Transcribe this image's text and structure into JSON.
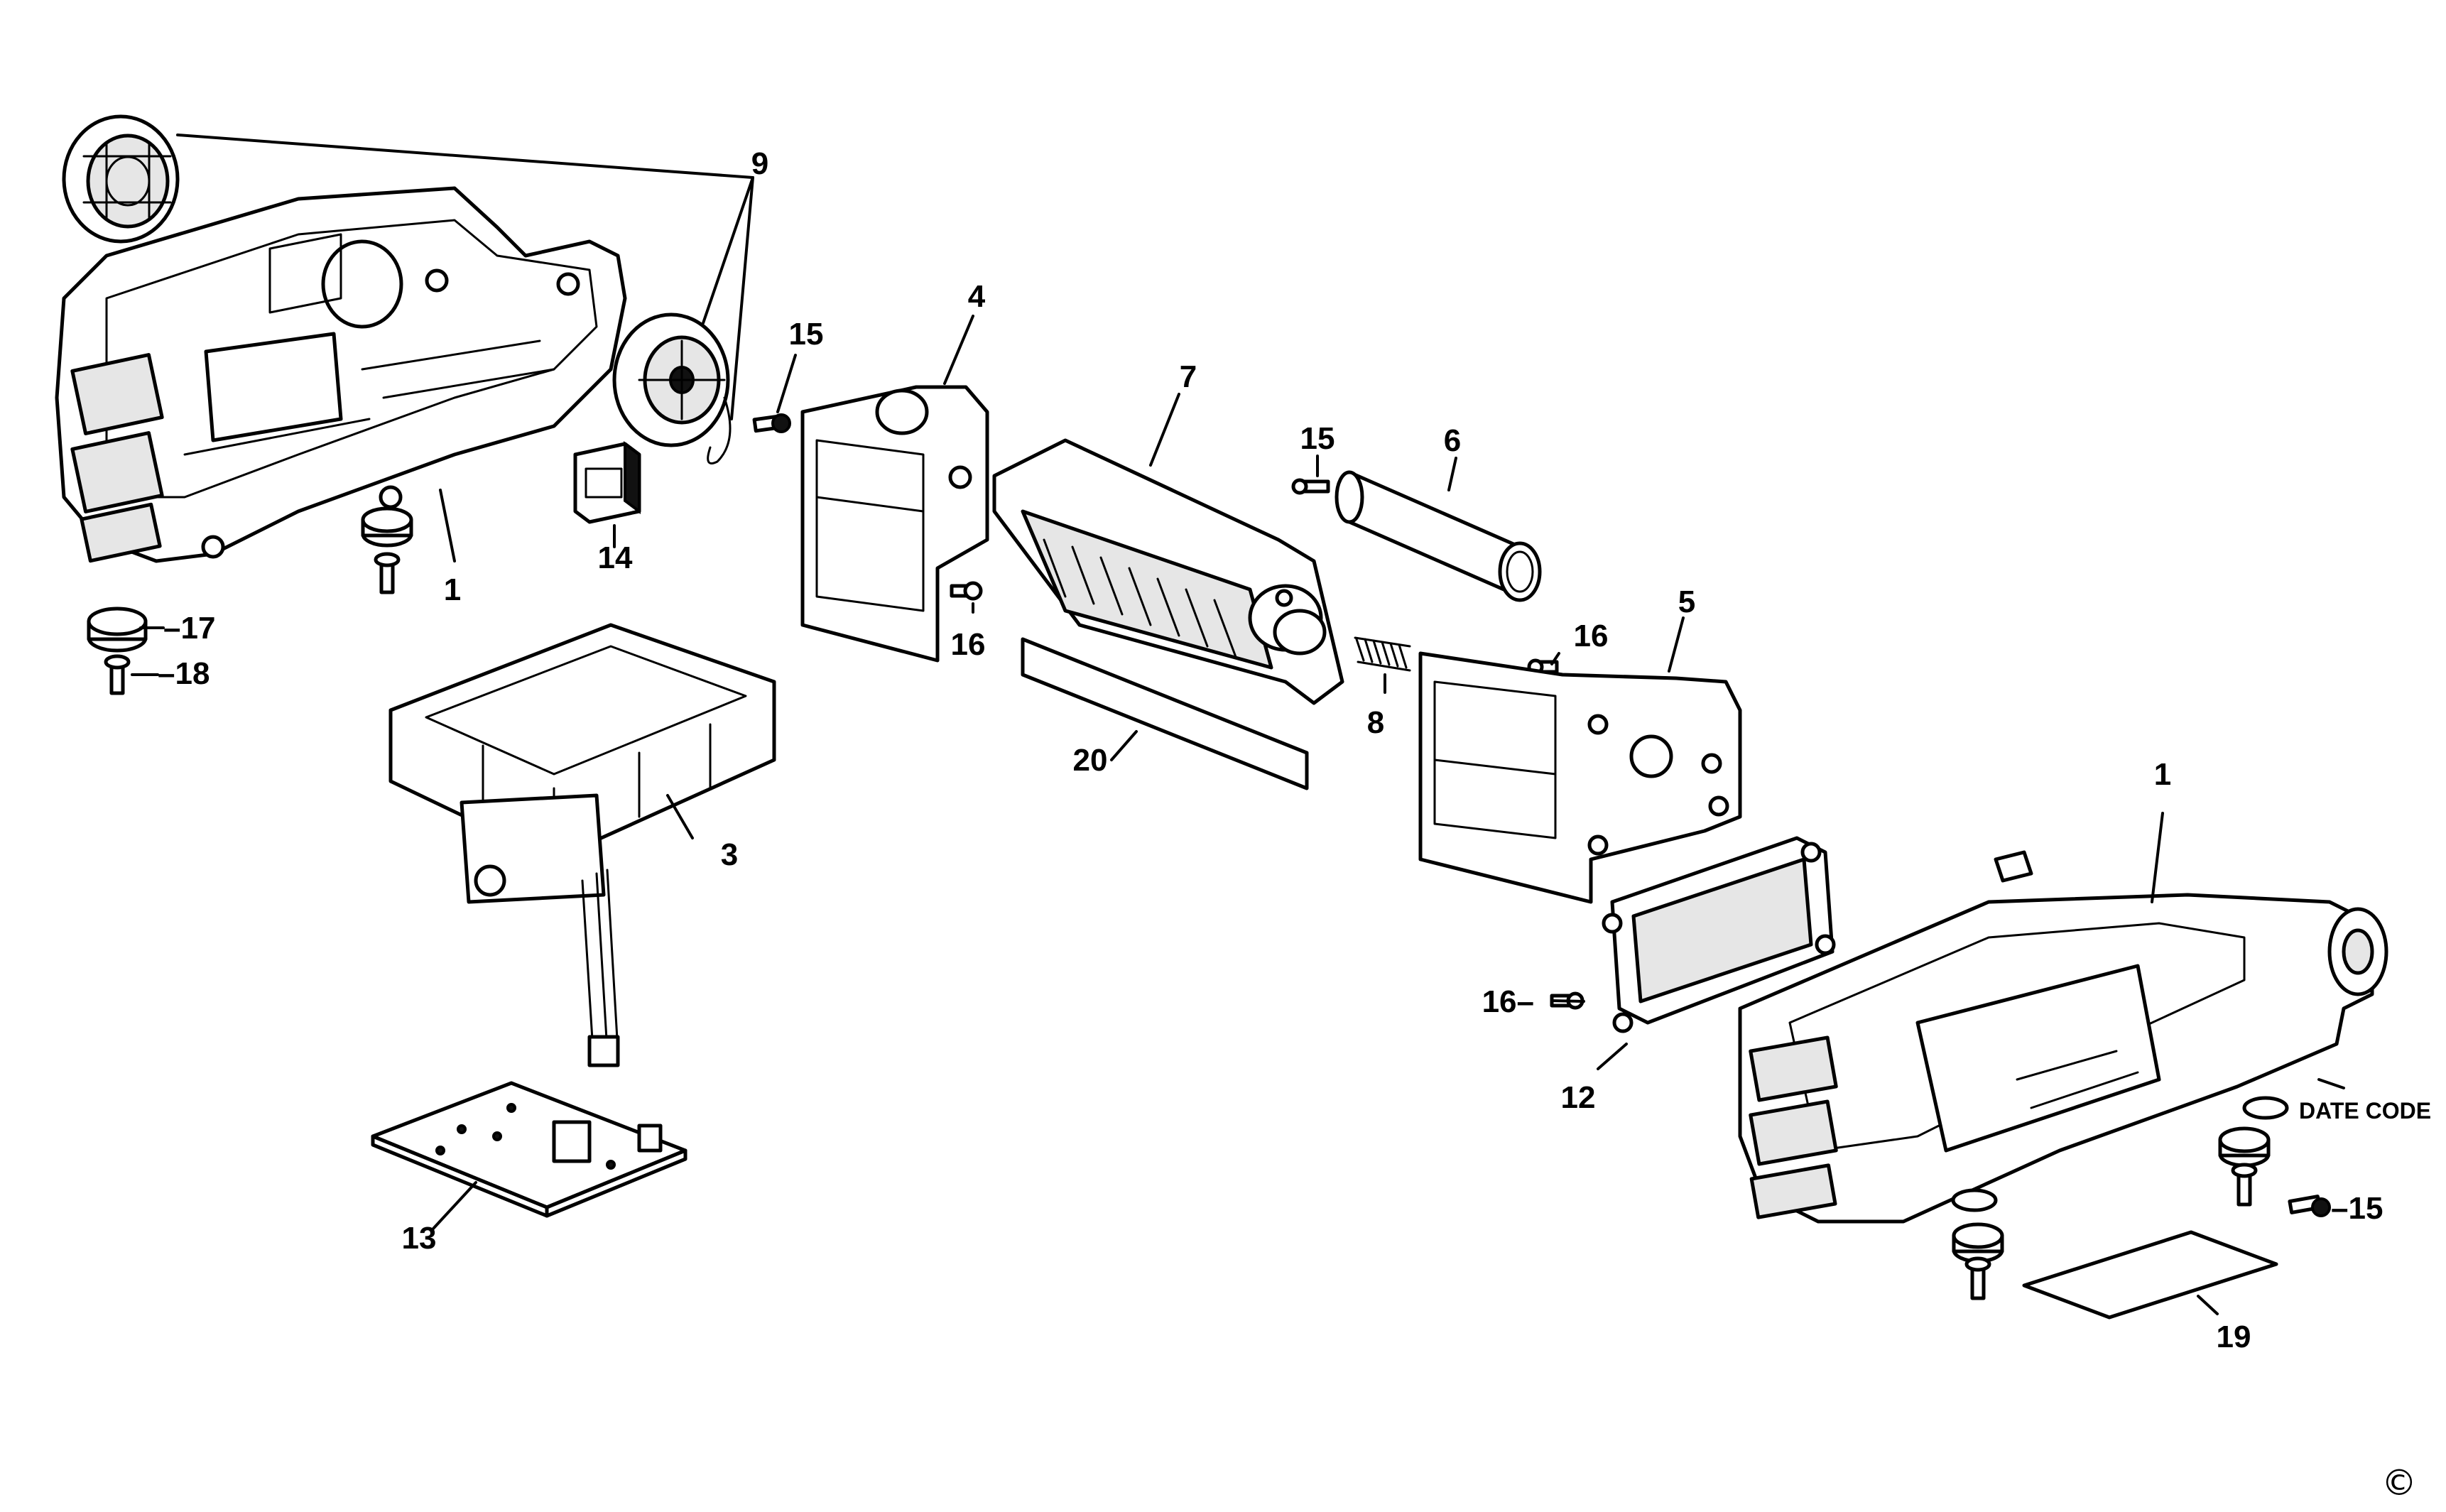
{
  "callouts": {
    "c1_left": "1",
    "c1_right": "1",
    "c3": "3",
    "c4": "4",
    "c5": "5",
    "c6": "6",
    "c7": "7",
    "c8": "8",
    "c9": "9",
    "c12": "12",
    "c13": "13",
    "c14": "14",
    "c15_a": "15",
    "c15_b": "15",
    "c15_c": "–15",
    "c16_a": "16",
    "c16_b": "16",
    "c16_c": "16–",
    "c17": "–17",
    "c18": "–18",
    "c19": "19",
    "c20": "20",
    "date_code": "DATE CODE"
  },
  "copyright_symbol": "©"
}
